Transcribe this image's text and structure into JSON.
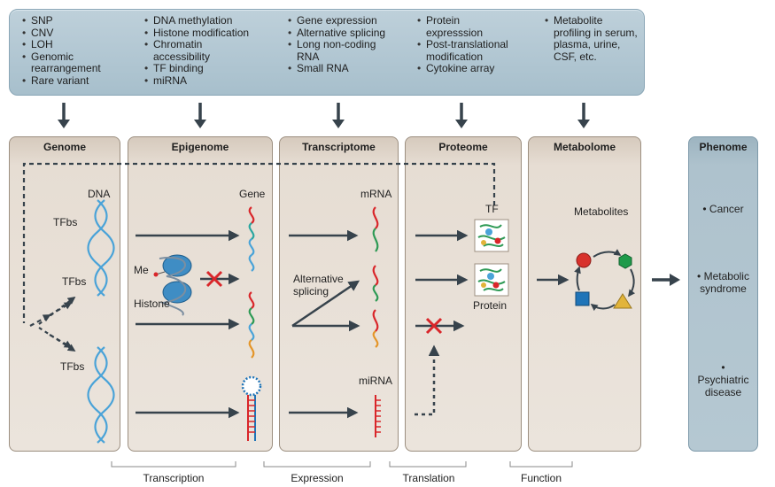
{
  "top_columns": [
    {
      "items": [
        "SNP",
        "CNV",
        "LOH",
        "Genomic rearrangement",
        "Rare variant"
      ]
    },
    {
      "items": [
        "DNA methylation",
        "Histone modification",
        "Chromatin accessibility",
        "TF binding",
        "miRNA"
      ]
    },
    {
      "items": [
        "Gene expression",
        "Alternative splicing",
        "Long non-coding RNA",
        "Small RNA"
      ]
    },
    {
      "items": [
        "Protein expresssion",
        "Post-translational modification",
        "Cytokine array"
      ]
    },
    {
      "items": [
        "Metabolite profiling in serum, plasma, urine, CSF, etc."
      ]
    }
  ],
  "panels": {
    "genome": "Genome",
    "epigenome": "Epigenome",
    "transcriptome": "Transcriptome",
    "proteome": "Proteome",
    "metabolome": "Metabolome",
    "phenome": "Phenome"
  },
  "labels": {
    "dna": "DNA",
    "tfbs_1": "TFbs",
    "tfbs_2": "TFbs",
    "tfbs_3": "TFbs",
    "gene": "Gene",
    "me": "Me",
    "histone": "Histone",
    "mrna": "mRNA",
    "alternative_splicing": "Alternative splicing",
    "mirna": "miRNA",
    "tf": "TF",
    "protein": "Protein",
    "metabolites": "Metabolites"
  },
  "phenome_items": [
    "Cancer",
    "Metabolic syndrome",
    "Psychiatric disease"
  ],
  "bottom_labels": [
    "Transcription",
    "Expression",
    "Translation",
    "Function"
  ],
  "colors": {
    "dna_blue": "#4aa3d8",
    "strand_red": "#d9262a",
    "strand_green": "#2e9a55",
    "strand_teal": "#2aa6a0",
    "strand_orange": "#e4962a",
    "arrow_dark": "#37434c",
    "metabolite_red": "#d8322c",
    "metabolite_green": "#1f9a4a",
    "metabolite_blue": "#1f74b8",
    "metabolite_yellow": "#e2b43a"
  }
}
